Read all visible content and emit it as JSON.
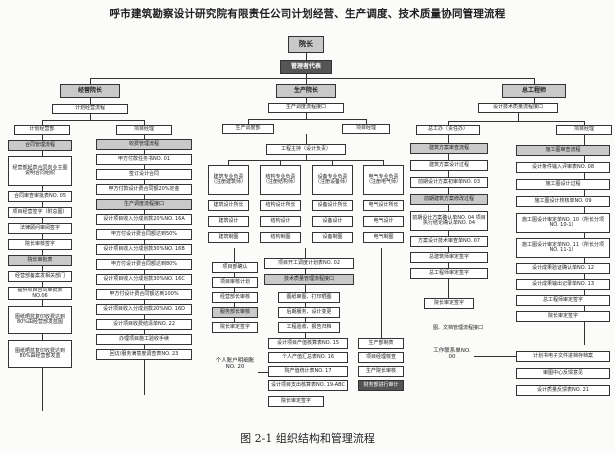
{
  "title": "呼市建筑勘察设计研究院有限责任公司计划经营、生产调度、技术质量协同管理流程",
  "caption": "图 2-1   组织结构和管理流程",
  "top": {
    "dean": "院长",
    "rep": "管理者代表"
  },
  "left": {
    "head": "经营院长",
    "process": "计划经营流程",
    "col1": {
      "head": "计划经营部",
      "items": [
        "合同管理流程",
        "经营部起草合同向业主图 说明合同组织",
        "合同审查审批表NO. 05",
        "项目经营签字（附总图）",
        "法律顾问审阅签字",
        "院长审核签字",
        "院长审批表",
        "经营部备案发相关部门",
        "提供项目合同审批表NO.06",
        "图纸晒蓝复印收费达到80%由经营部发蓝图",
        "图纸晒蓝复印收费达到80%由经营部发蓝"
      ]
    },
    "col2": {
      "head": "项目经理",
      "items": [
        "收费管理流程",
        "甲方付款任务书NO. 01",
        "签订设计合同",
        "甲方付款设计费合同额20%定金",
        "生产调度流程接口",
        "设计项目收入分成划款20%NO. 16A",
        "甲方付设计费合同额达到50%",
        "设计项目收入分成划款30%NO. 16B",
        "甲方付设计费合同额达到80%",
        "设计项目收入分成划款30%NO. 16C",
        "甲方付设计费合同额达到100%",
        "设计项目收入分成划款20%NO. 16D",
        "设计项目收费结清单NO. 22",
        "办理项目施工验收手续",
        "回访/服务满意度调查表NO. 23"
      ]
    }
  },
  "center": {
    "head": "生产院长",
    "process": "生产调度流程接口",
    "c1": "生产调度部",
    "c2": "项目经理",
    "start": "工程主持（设计负责）",
    "specialties": [
      "建筑专业负责（注册建筑师）",
      "结构专业负责（注册结构师）",
      "设备专业负责（注册设备师）",
      "电气专业负责（注册电气师）"
    ],
    "rows": [
      [
        "建筑设计所长",
        "结构设计所长",
        "设备设计所长",
        "电气设计所长"
      ],
      [
        "建筑设计",
        "结构设计",
        "设备设计",
        "电气设计"
      ],
      [
        "建筑制图",
        "结构制图",
        "设备制图",
        "电气制图"
      ]
    ],
    "left_list": [
      "项目部确认",
      "项目审核计划",
      "经营部长审核",
      "服务部长审核",
      "院长审定签字"
    ],
    "pipeline": [
      "项目开工调度计划表NO. 02",
      "技术质量管理流程接口",
      "图纸审图、打印晒图",
      "后期服务、设计变更",
      "工程验收、报告归档"
    ],
    "forms": [
      "设计项目产值核算表NO. 15",
      "个人产值汇总表NO. 16",
      "院产值统计表NO. 17",
      "设计项目支出核算表NO. 19-ABC"
    ],
    "personal": "个人账户明细账NO. 20",
    "final": "院长审定签字",
    "dept": [
      "生产部制表",
      "项目经理核查",
      "生产院长审核",
      "财务部进行审计"
    ]
  },
  "right": {
    "head": "总工程师",
    "process": "设计技术质量流程接口",
    "col1": {
      "head": "总工办（责任办）",
      "items": [
        "建筑方案审查流程",
        "建筑方案设计过程",
        "前期设计方案初审单NO. 03",
        "前期建筑方案修改过程",
        "前期设计方案确认单NO. 04 项目执行结论确认单NO. 04",
        "方案设计技术审查单NO. 07",
        "总建筑师审定签字",
        "总工程师审定签字",
        "院长审定签字"
      ]
    },
    "col2": {
      "head": "项目经理",
      "items": [
        "施工图审查流程",
        "设计条件输入评审表NO. 08",
        "施工图设计过程",
        "施工图设计校核单NO. 09",
        "施工图设计审定单NO. 10（所长分项NO. 10-1）",
        "施工图设计审定单NO. 11（所长分项NO. 11-1）",
        "设计成果验证确认单NO. 12",
        "设计成果输出记录单NO. 13",
        "总工程师审定签字",
        "院长审定签字"
      ]
    },
    "archive": "图、文档管理流程接口",
    "tech": "工作联系单NO. 00",
    "bottom": [
      "计划书电子文件进档存档案",
      "审图中心反馈意见",
      "设计质量反馈表NO. 21"
    ]
  }
}
